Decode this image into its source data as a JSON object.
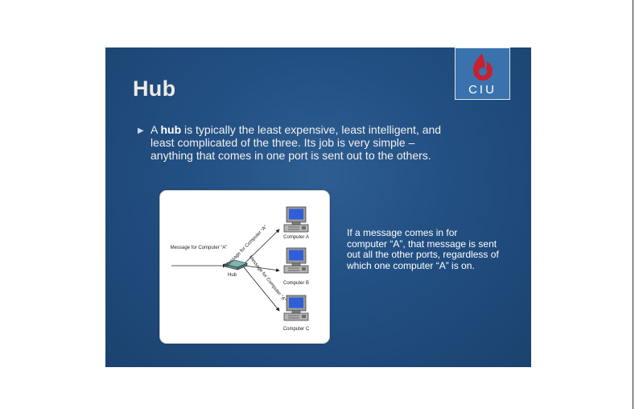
{
  "slide": {
    "title": "Hub",
    "logo_text": "CIU",
    "bullet": {
      "prefix": "A ",
      "bold": "hub",
      "rest": " is typically the least expensive, least intelligent, and least complicated of the three. Its job is very simple – anything that comes in one port is sent out to the others."
    },
    "diagram": {
      "hub_label": "Hub",
      "incoming_label": "Message for Computer “A”",
      "outgoing_label": "Message for Computer “A”",
      "computers": [
        "Computer A",
        "Computer B",
        "Computer C"
      ]
    },
    "caption": "If a message comes in for computer “A”, that message is sent out all the other ports, regardless of which one computer “A” is on."
  },
  "colors": {
    "slide_bg": "#224f82",
    "title": "#ecece4",
    "logo_bg": "#3a72ad",
    "logo_flame": "#c8202f"
  },
  "icons": {
    "bullet": "triangle-right-icon",
    "logo": "ciu-flame-logo-icon",
    "hub": "network-hub-icon",
    "computer": "desktop-computer-icon"
  }
}
